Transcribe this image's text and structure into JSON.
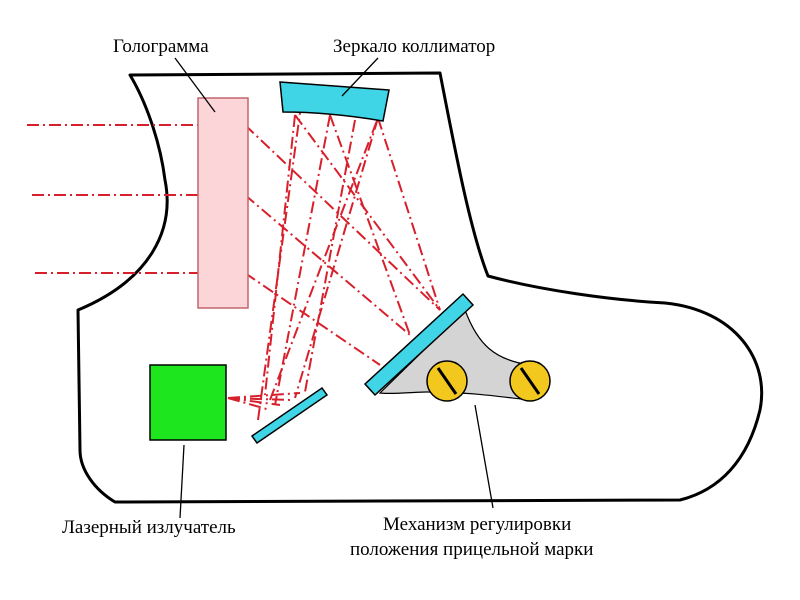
{
  "labels": {
    "hologram": "Голограмма",
    "mirror": "Зеркало коллиматор",
    "laser": "Лазерный излучатель",
    "mechanism_line1": "Механизм регулировки",
    "mechanism_line2": "положения прицельной марки"
  },
  "colors": {
    "outline": "#000000",
    "hologram_fill": "#fbd5d8",
    "hologram_stroke": "#c2676f",
    "mirror_fill": "#3fd4e6",
    "laser_fill": "#1ee61e",
    "ray": "#d8202c",
    "mount_fill": "#d4d4d4",
    "screw_fill": "#f2c81e"
  }
}
